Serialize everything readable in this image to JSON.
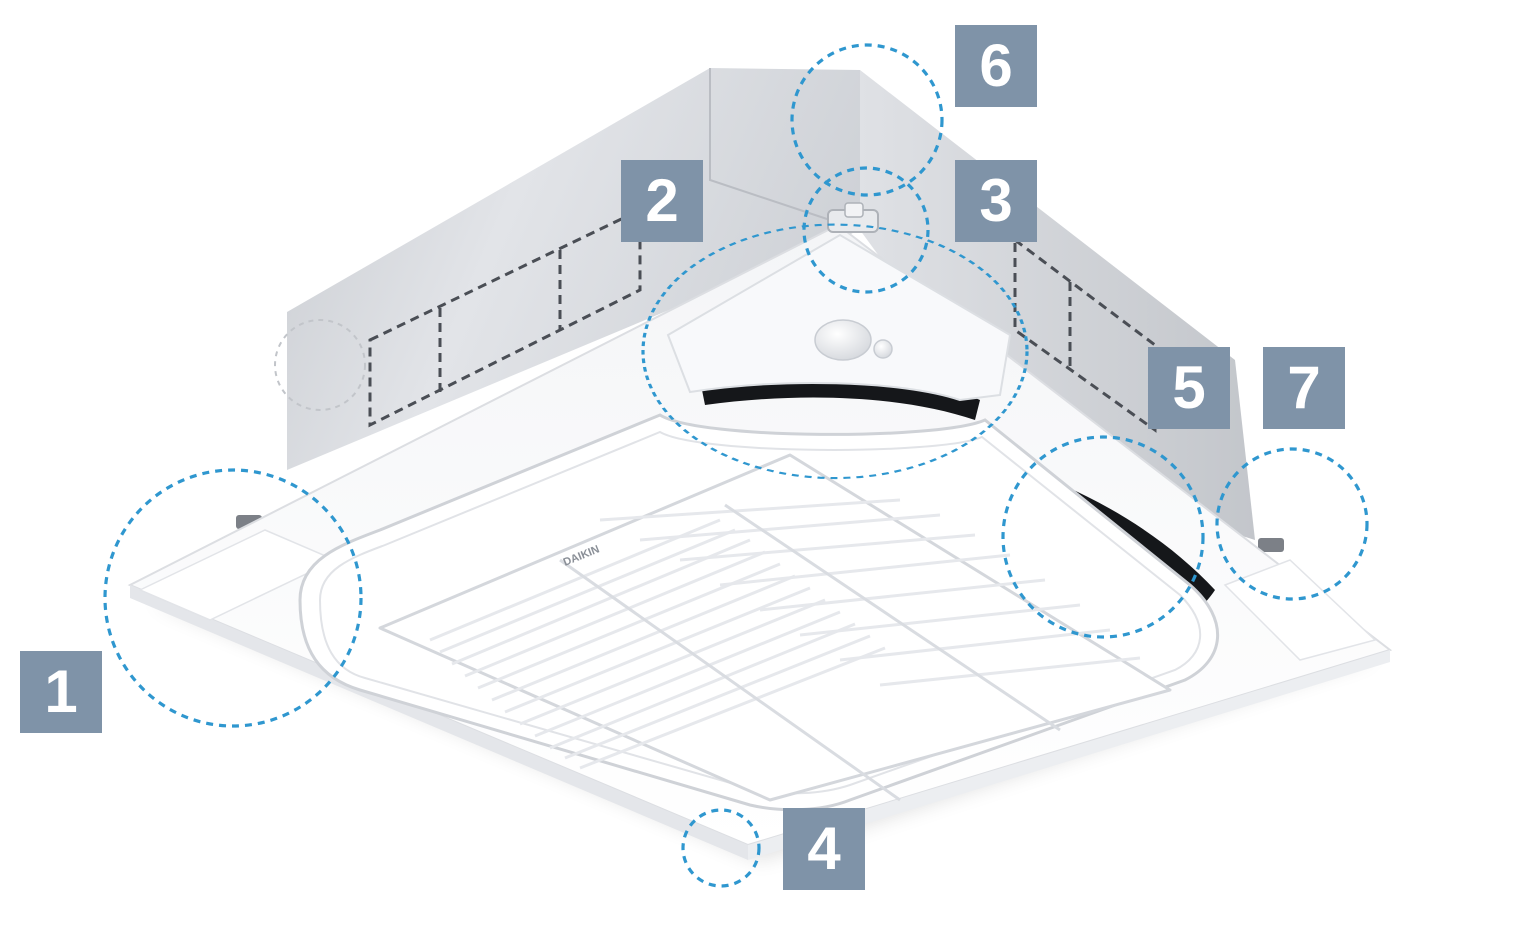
{
  "colors": {
    "badge_bg": "#7f93a8",
    "badge_text": "#ffffff",
    "callout_stroke": "#2f97cf",
    "unit_body": "#d7dadf",
    "panel": "#f6f7f9"
  },
  "callouts": [
    {
      "number": "1"
    },
    {
      "number": "2"
    },
    {
      "number": "3"
    },
    {
      "number": "4"
    },
    {
      "number": "5"
    },
    {
      "number": "6"
    },
    {
      "number": "7"
    }
  ],
  "unit": {
    "brand_logo": "DAIKIN"
  }
}
